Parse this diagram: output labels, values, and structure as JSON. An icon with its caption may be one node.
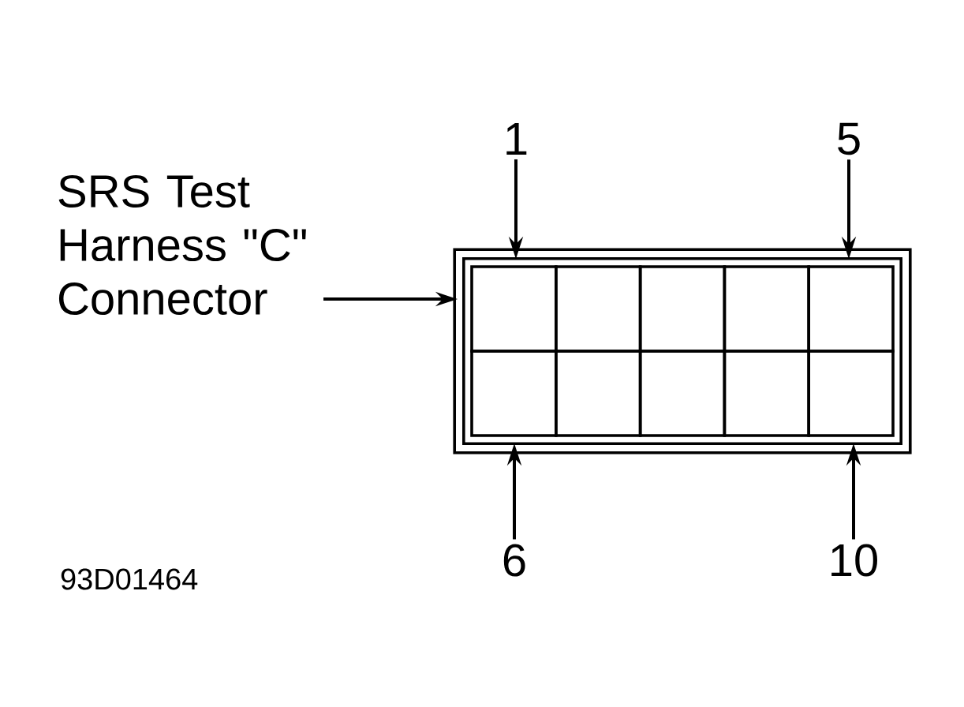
{
  "diagram": {
    "nodes": [
      {
        "text": [
          "SRS Test Harness \"C\" Connector"
        ]
      },
      {
        "text": [],
        "shape": "box"
      },
      {
        "text": [],
        "shape": "box",
        "in": 1
      },
      {
        "text": [],
        "shape": "box",
        "in": 1
      },
      {
        "text": [],
        "shape": "box",
        "in": 1
      },
      {
        "text": [],
        "shape": "box",
        "in": 1
      },
      {
        "text": [],
        "shape": "box",
        "in": 1
      },
      {
        "text": [],
        "shape": "box",
        "in": 1
      },
      {
        "text": [],
        "shape": "box",
        "in": 1
      },
      {
        "text": [],
        "shape": "box",
        "in": 1
      },
      {
        "text": [],
        "shape": "box",
        "in": 1
      },
      {
        "text": [],
        "shape": "box",
        "in": 1
      },
      {
        "text": [
          "1"
        ]
      },
      {
        "text": [
          "5"
        ]
      },
      {
        "text": [
          "6"
        ]
      },
      {
        "text": [
          "10"
        ]
      }
    ],
    "edges": [
      {
        "from": 0,
        "to": 1,
        "arrow": "to"
      },
      {
        "from": 12,
        "to": 2,
        "arrow": "to"
      },
      {
        "from": 13,
        "to": 6,
        "arrow": "to"
      },
      {
        "from": 14,
        "to": 7,
        "arrow": "to"
      },
      {
        "from": 15,
        "to": 11,
        "arrow": "to"
      }
    ],
    "labels": [
      "93D01464"
    ]
  }
}
